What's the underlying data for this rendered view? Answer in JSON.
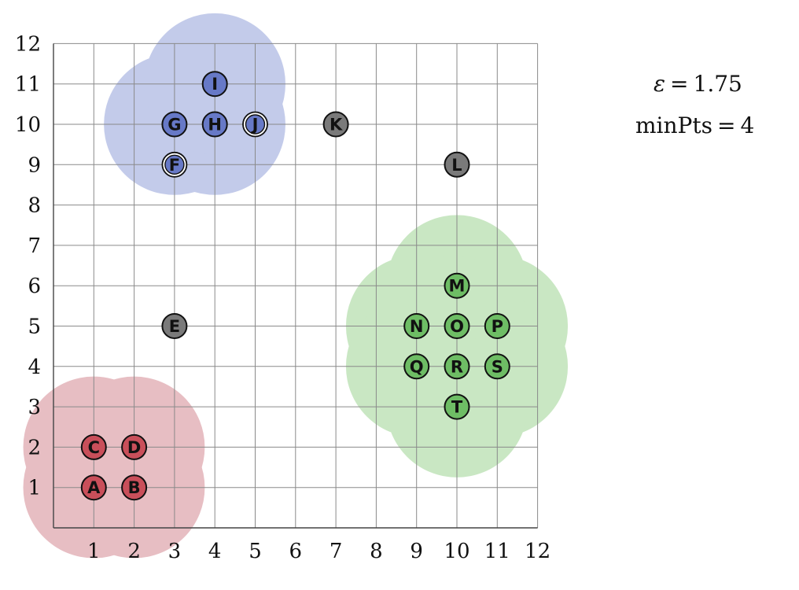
{
  "chart_data": {
    "type": "scatter",
    "title": "",
    "xlabel": "",
    "ylabel": "",
    "xlim": [
      0,
      12
    ],
    "ylim": [
      0,
      12
    ],
    "xticks": [
      1,
      2,
      3,
      4,
      5,
      6,
      7,
      8,
      9,
      10,
      11,
      12
    ],
    "yticks": [
      1,
      2,
      3,
      4,
      5,
      6,
      7,
      8,
      9,
      10,
      11,
      12
    ],
    "grid": true,
    "parameters": {
      "epsilon_symbol": "ε",
      "epsilon_value": "1.75",
      "minpts_label": "minPts",
      "minpts_value": "4",
      "equals": "="
    },
    "clusters": [
      {
        "color": "#c94f5a",
        "region_color": "#e7bec3",
        "points": [
          "A",
          "B",
          "C",
          "D"
        ]
      },
      {
        "color": "#6779c7",
        "region_color": "#c3cbea",
        "points": [
          "F",
          "G",
          "H",
          "I",
          "J"
        ]
      },
      {
        "color": "#6ebd65",
        "region_color": "#c9e7c3",
        "points": [
          "M",
          "N",
          "O",
          "P",
          "Q",
          "R",
          "S",
          "T"
        ]
      }
    ],
    "noise_color": "#7a7a7a",
    "points": [
      {
        "label": "A",
        "x": 1,
        "y": 1,
        "cluster": 0,
        "role": "core"
      },
      {
        "label": "B",
        "x": 2,
        "y": 1,
        "cluster": 0,
        "role": "core"
      },
      {
        "label": "C",
        "x": 1,
        "y": 2,
        "cluster": 0,
        "role": "core"
      },
      {
        "label": "D",
        "x": 2,
        "y": 2,
        "cluster": 0,
        "role": "core"
      },
      {
        "label": "E",
        "x": 3,
        "y": 5,
        "cluster": -1,
        "role": "noise"
      },
      {
        "label": "F",
        "x": 3,
        "y": 9,
        "cluster": 1,
        "role": "border"
      },
      {
        "label": "G",
        "x": 3,
        "y": 10,
        "cluster": 1,
        "role": "core"
      },
      {
        "label": "H",
        "x": 4,
        "y": 10,
        "cluster": 1,
        "role": "core"
      },
      {
        "label": "I",
        "x": 4,
        "y": 11,
        "cluster": 1,
        "role": "core"
      },
      {
        "label": "J",
        "x": 5,
        "y": 10,
        "cluster": 1,
        "role": "border"
      },
      {
        "label": "K",
        "x": 7,
        "y": 10,
        "cluster": -1,
        "role": "noise"
      },
      {
        "label": "L",
        "x": 10,
        "y": 9,
        "cluster": -1,
        "role": "noise"
      },
      {
        "label": "M",
        "x": 10,
        "y": 6,
        "cluster": 2,
        "role": "core"
      },
      {
        "label": "N",
        "x": 9,
        "y": 5,
        "cluster": 2,
        "role": "core"
      },
      {
        "label": "O",
        "x": 10,
        "y": 5,
        "cluster": 2,
        "role": "core"
      },
      {
        "label": "P",
        "x": 11,
        "y": 5,
        "cluster": 2,
        "role": "core"
      },
      {
        "label": "Q",
        "x": 9,
        "y": 4,
        "cluster": 2,
        "role": "core"
      },
      {
        "label": "R",
        "x": 10,
        "y": 4,
        "cluster": 2,
        "role": "core"
      },
      {
        "label": "S",
        "x": 11,
        "y": 4,
        "cluster": 2,
        "role": "core"
      },
      {
        "label": "T",
        "x": 10,
        "y": 3,
        "cluster": 2,
        "role": "core"
      }
    ]
  }
}
